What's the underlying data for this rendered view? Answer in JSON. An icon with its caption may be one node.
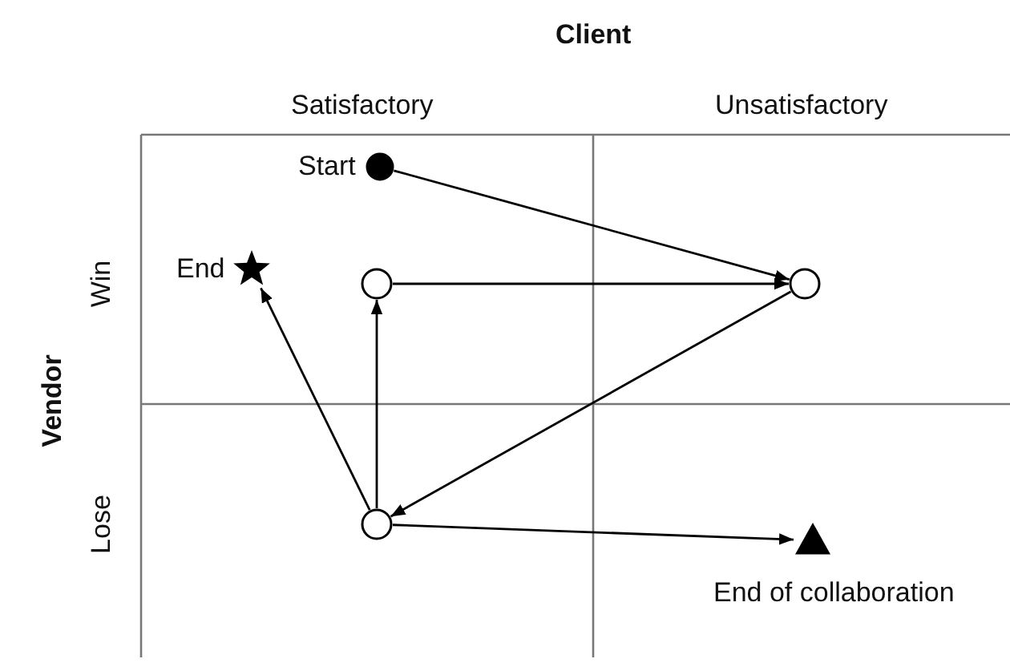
{
  "diagram": {
    "nodes": [
      {
        "text": [],
        "shape": "circle",
        "beside": [
          "Start"
        ]
      },
      {
        "text": [],
        "shape": "circle"
      },
      {
        "text": [],
        "shape": "circle"
      },
      {
        "text": [],
        "shape": "circle"
      },
      {
        "text": [],
        "shape": "star",
        "beside": [
          "End"
        ]
      },
      {
        "text": [],
        "shape": "triangle",
        "beside": [
          "End of collaboration"
        ]
      }
    ],
    "edges": [
      {
        "from": 0,
        "to": 2,
        "arrow": "to"
      },
      {
        "from": 1,
        "to": 2,
        "arrow": "to"
      },
      {
        "from": 2,
        "to": 3,
        "arrow": "to"
      },
      {
        "from": 3,
        "to": 1,
        "arrow": "to"
      },
      {
        "from": 3,
        "to": 4,
        "arrow": "to"
      },
      {
        "from": 3,
        "to": 5,
        "arrow": "to"
      }
    ],
    "labels": [
      "Client",
      "Satisfactory",
      "Unsatisfactory",
      "Vendor",
      "Win",
      "Lose"
    ]
  }
}
